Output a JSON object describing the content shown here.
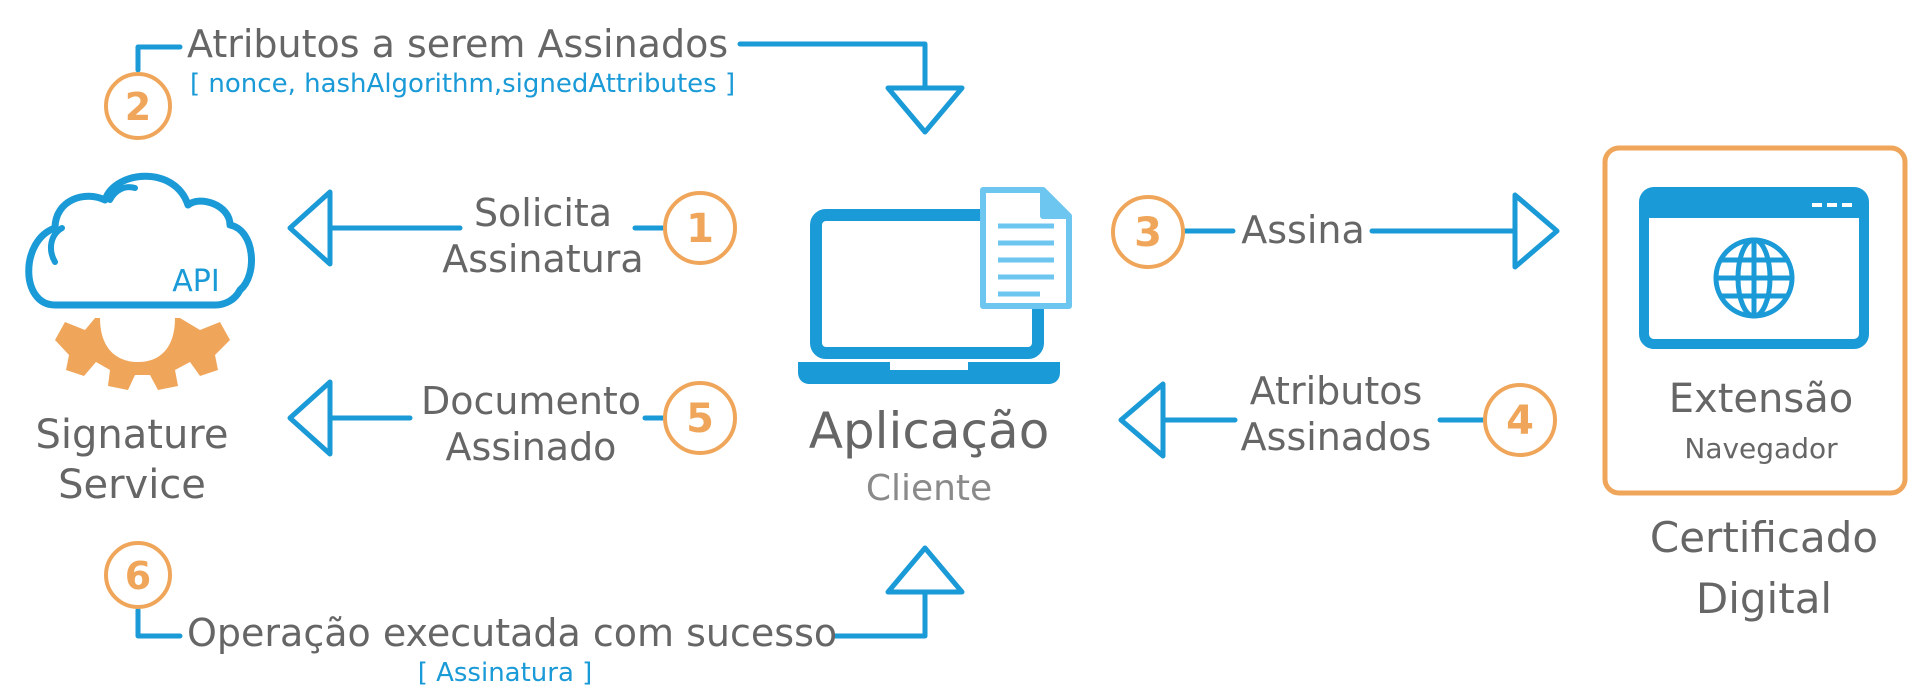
{
  "colors": {
    "blue": "#1a9ad6",
    "orange": "#f0a65a",
    "gray": "#666666",
    "light_gray": "#8a8a8a"
  },
  "nodes": {
    "signature_service": {
      "api_label": "API",
      "title_line1": "Signature",
      "title_line2": "Service",
      "icon": "cloud-gear-icon"
    },
    "aplicacao": {
      "title": "Aplicação",
      "subtitle": "Cliente",
      "icon": "laptop-document-icon"
    },
    "extensao": {
      "title": "Extensão",
      "subtitle": "Navegador",
      "icon": "browser-globe-icon"
    },
    "certificado": {
      "line1": "Certificado",
      "line2": "Digital"
    }
  },
  "steps": [
    {
      "number": "1",
      "line1": "Solicita",
      "line2": "Assinatura"
    },
    {
      "number": "2",
      "line1": "Atributos a serem Assinados",
      "detail": "[ nonce, hashAlgorithm,signedAttributes ]"
    },
    {
      "number": "3",
      "line1": "Assina"
    },
    {
      "number": "4",
      "line1": "Atributos",
      "line2": "Assinados"
    },
    {
      "number": "5",
      "line1": "Documento",
      "line2": "Assinado"
    },
    {
      "number": "6",
      "line1": "Operação executada com sucesso",
      "detail": "[ Assinatura ]"
    }
  ]
}
